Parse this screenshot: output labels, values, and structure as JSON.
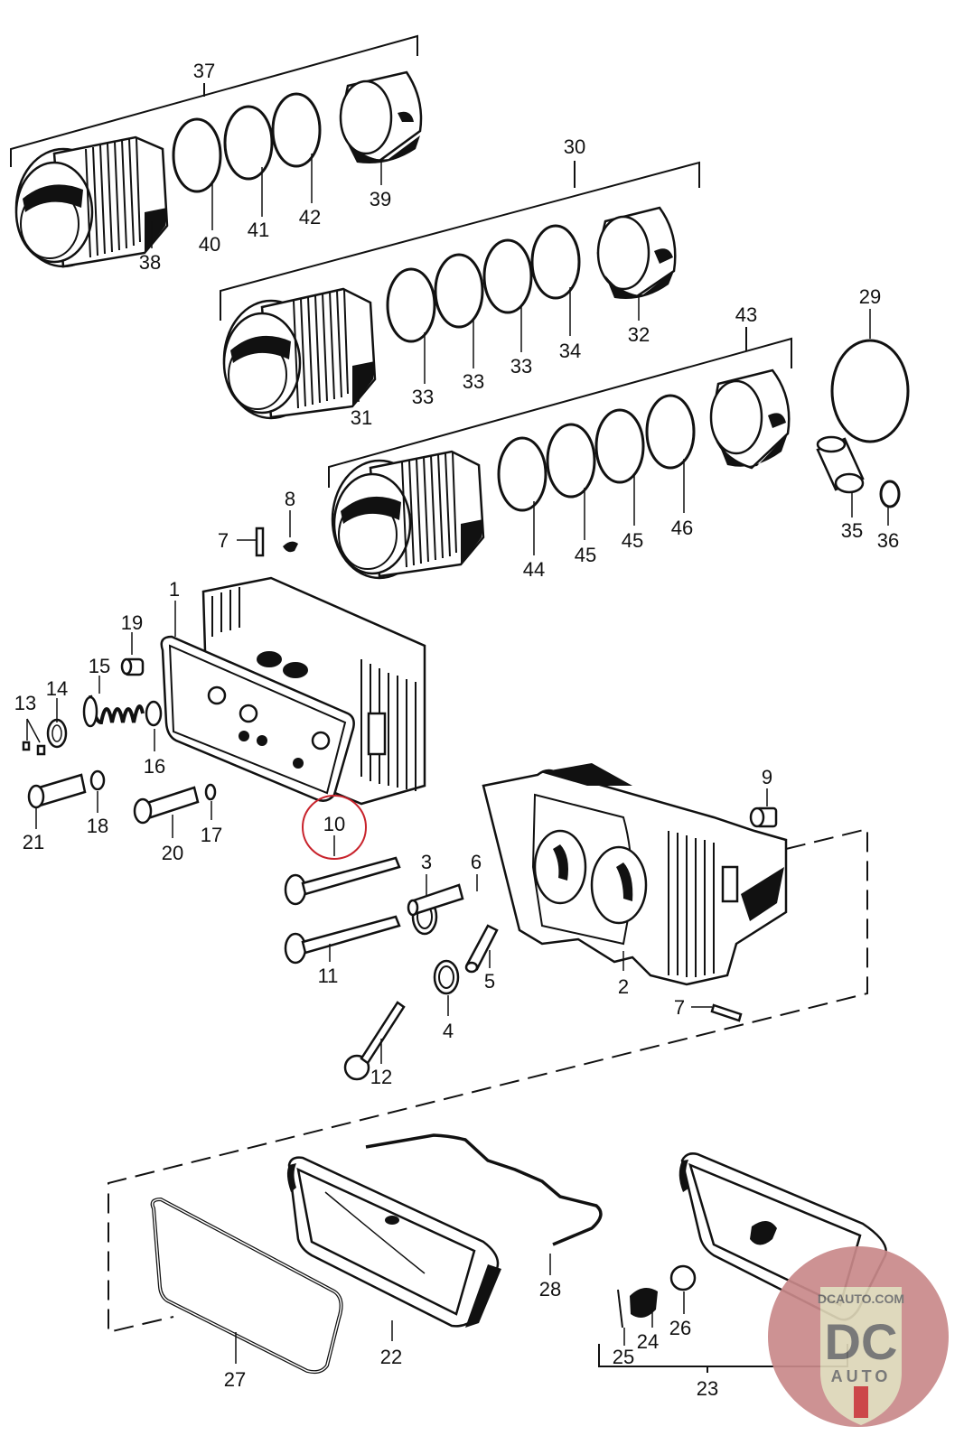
{
  "diagram": {
    "title": "Cylinder, Piston & Cylinder Head Parts Diagram",
    "highlighted_part": "10",
    "highlight_color": "#c8232c",
    "groups": [
      {
        "assembly": "37",
        "parts": [
          "38",
          "39",
          "40",
          "41",
          "42"
        ]
      },
      {
        "assembly": "30",
        "parts": [
          "31",
          "32",
          "33",
          "33",
          "33",
          "34"
        ]
      },
      {
        "assembly": "43",
        "parts": [
          "44",
          "45",
          "45",
          "46"
        ]
      },
      {
        "assembly": "cylinder-head",
        "parts": [
          "1",
          "2",
          "3",
          "4",
          "5",
          "6",
          "7",
          "8",
          "9",
          "10",
          "11",
          "12",
          "13",
          "14",
          "15",
          "16",
          "17",
          "18",
          "19",
          "20",
          "21"
        ]
      },
      {
        "assembly": "valve-cover",
        "parts": [
          "22",
          "27",
          "28"
        ]
      },
      {
        "assembly": "23",
        "parts": [
          "24",
          "25",
          "26"
        ]
      },
      {
        "assembly": "piston-pin",
        "parts": [
          "29",
          "35",
          "36"
        ]
      }
    ],
    "labels": {
      "l37": "37",
      "l38": "38",
      "l39": "39",
      "l40": "40",
      "l41": "41",
      "l42": "42",
      "l30": "30",
      "l31": "31",
      "l32": "32",
      "l33a": "33",
      "l33b": "33",
      "l33c": "33",
      "l34": "34",
      "l43": "43",
      "l29": "29",
      "l44": "44",
      "l45a": "45",
      "l45b": "45",
      "l46": "46",
      "l35": "35",
      "l36": "36",
      "l8": "8",
      "l7a": "7",
      "l1": "1",
      "l19": "19",
      "l15": "15",
      "l14": "14",
      "l13": "13",
      "l16": "16",
      "l21": "21",
      "l18": "18",
      "l20": "20",
      "l17": "17",
      "l10": "10",
      "l9": "9",
      "l3": "3",
      "l6": "6",
      "l11": "11",
      "l5": "5",
      "l2": "2",
      "l7b": "7",
      "l4": "4",
      "l12": "12",
      "l28": "28",
      "l22": "22",
      "l27": "27",
      "l25": "25",
      "l24": "24",
      "l26": "26",
      "l23": "23"
    }
  },
  "watermark": {
    "top_text": "DCAUTO.COM",
    "main_text": "DC",
    "bottom_text": "AUTO",
    "circle_color": "#c9898a",
    "shield_color": "#ddd6b8",
    "letter_color": "#6e6e6e",
    "accent_color": "#c8383a"
  }
}
